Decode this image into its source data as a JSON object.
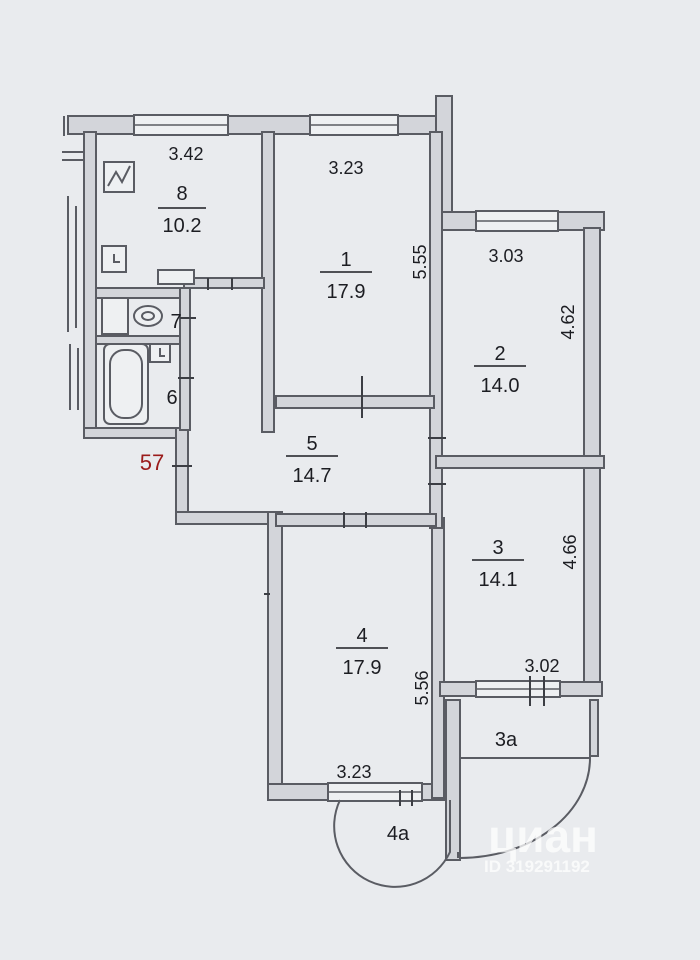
{
  "apartment_number": "57",
  "rooms": [
    {
      "id": "8",
      "area": "10.2"
    },
    {
      "id": "1",
      "area": "17.9"
    },
    {
      "id": "2",
      "area": "14.0"
    },
    {
      "id": "5",
      "area": "14.7"
    },
    {
      "id": "3",
      "area": "14.1"
    },
    {
      "id": "4",
      "area": "17.9"
    },
    {
      "id": "7",
      "area": ""
    },
    {
      "id": "6",
      "area": ""
    }
  ],
  "balconies": [
    "3a",
    "4a"
  ],
  "dimensions": [
    "3.42",
    "3.23",
    "5.55",
    "3.03",
    "4.62",
    "4.66",
    "3.02",
    "5.56",
    "3.23"
  ],
  "watermark": {
    "brand": "циан",
    "listing_id": "ID 319291192"
  },
  "colors": {
    "wall": "#5a5c63",
    "wall_fill": "#d3d5da",
    "background": "#e9ebee",
    "text": "#1c1d22",
    "apartment_number": "#9a1b1b"
  }
}
